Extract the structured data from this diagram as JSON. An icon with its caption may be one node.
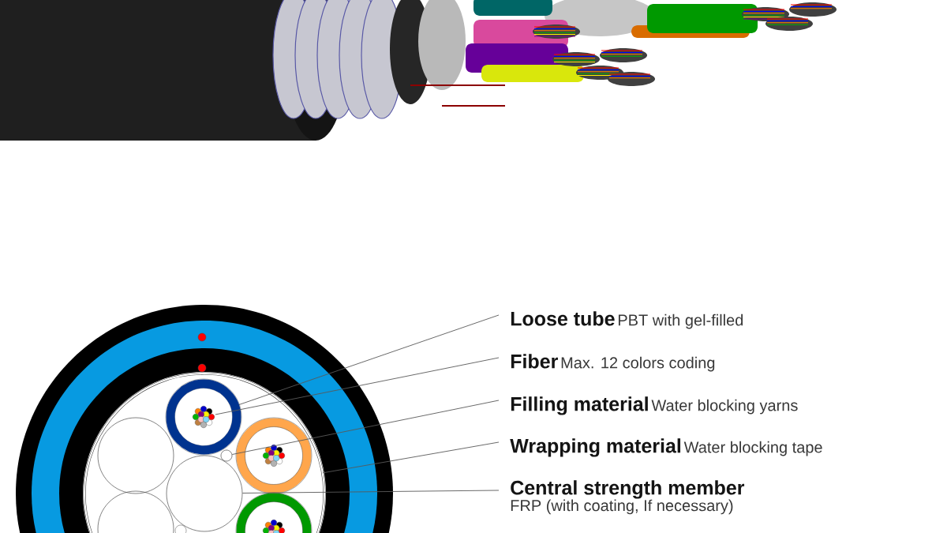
{
  "diagram": {
    "nodes": [
      {
        "text": [
          "Loose tube",
          "PBT with gel-filled"
        ]
      },
      {
        "text": [
          "Fiber",
          "Max. 12 colors coding"
        ]
      },
      {
        "text": [
          "Filling material",
          "Water blocking yarns"
        ]
      },
      {
        "text": [
          "Wrapping material",
          "Water blocking tape"
        ]
      },
      {
        "text": [
          "Central strength member",
          "FRP (with coating, If necessary)"
        ]
      },
      {
        "text": [],
        "shape": "circle"
      },
      {
        "text": [],
        "shape": "circle",
        "in": 5
      },
      {
        "text": [],
        "shape": "circle",
        "in": 6
      },
      {
        "text": [],
        "shape": "circle",
        "in": 5
      },
      {
        "text": [],
        "shape": "circle",
        "in": 5
      }
    ],
    "edges": [
      {
        "from": 0,
        "to": 6,
        "arrow": "none"
      },
      {
        "from": 1,
        "to": 7,
        "arrow": "none"
      },
      {
        "from": 2,
        "to": 8,
        "arrow": "none"
      },
      {
        "from": 3,
        "to": 5,
        "arrow": "none"
      },
      {
        "from": 4,
        "to": 9,
        "arrow": "none"
      }
    ]
  }
}
